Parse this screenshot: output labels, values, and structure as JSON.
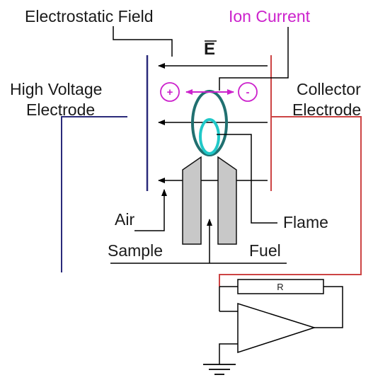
{
  "labels": {
    "electrostatic_field": "Electrostatic Field",
    "ion_current": "Ion Current",
    "e_field_symbol": "E",
    "high_voltage_line1": "High Voltage",
    "high_voltage_line2": "Electrode",
    "collector_line1": "Collector",
    "collector_line2": "Electrode",
    "air": "Air",
    "flame": "Flame",
    "sample": "Sample",
    "fuel": "Fuel",
    "resistor": "R",
    "positive_ion": "+",
    "negative_ion": "-"
  },
  "colors": {
    "line": "#000000",
    "high_voltage_electrode": "#2a2a7a",
    "collector_electrode": "#cc4444",
    "ion_current": "#cc22cc",
    "flame_outer": "#207070",
    "flame_inner": "#20c8c8",
    "nozzle_fill": "#c8c8c8"
  }
}
